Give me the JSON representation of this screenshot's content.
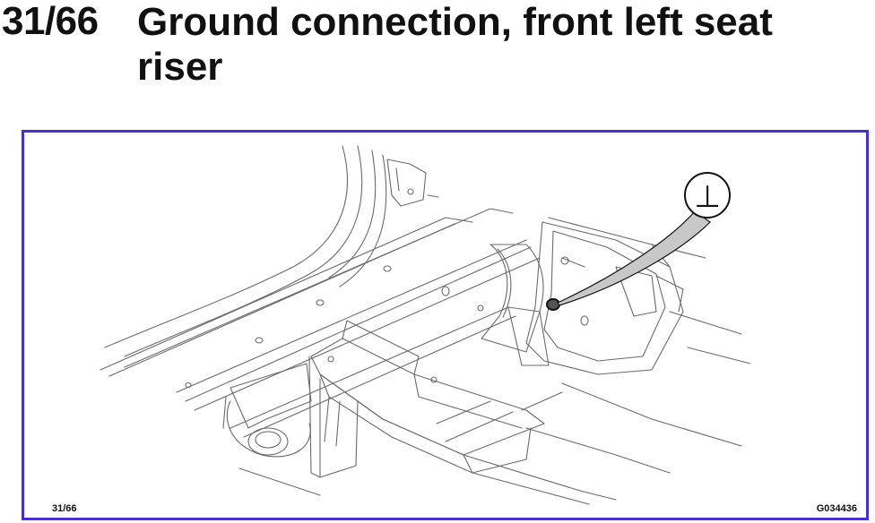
{
  "header": {
    "ref_number": "31/66",
    "title": "Ground connection, front left seat riser"
  },
  "figure": {
    "ref_label": "31/66",
    "image_code": "G034436",
    "callout_symbol": "⊥",
    "frame_color": "#4a2fd0",
    "line_color": "#6b6b6b",
    "callout_fill": "#c8c8c8"
  }
}
